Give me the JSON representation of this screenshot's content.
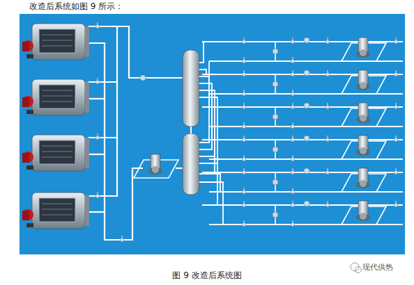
{
  "diagram": {
    "title": "改造后系统如图 9 所示：",
    "caption": "图 9 改造后系统图",
    "labels": [
      "现代供热"
    ]
  }
}
